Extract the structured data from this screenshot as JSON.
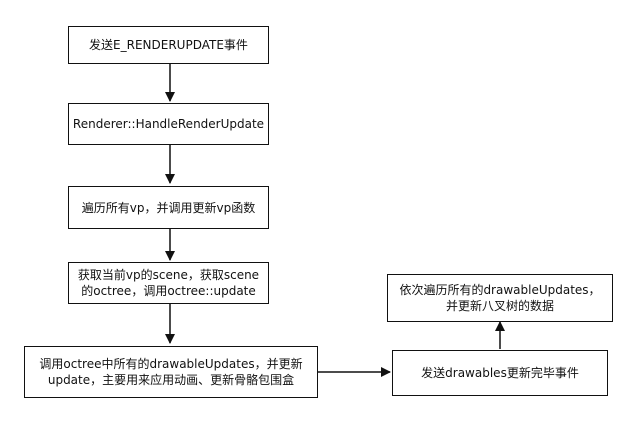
{
  "nodes": {
    "send_render_update": "发送E_RENDERUPDATE事件",
    "handle_render_update": "Renderer::HandleRenderUpdate",
    "iterate_viewports": "遍历所有vp，并调用更新vp函数",
    "get_scene_octree": "获取当前vp的scene，获取scene的octree，调用octree::update",
    "call_drawable_updates": "调用octree中所有的drawableUpdates，并更新update，主要用来应用动画、更新骨骼包围盒",
    "send_drawables_updated": "发送drawables更新完毕事件",
    "update_octree_data": "依次遍历所有的drawableUpdates，并更新八叉树的数据"
  },
  "colors": {
    "stroke": "#111111",
    "background": "#ffffff"
  }
}
